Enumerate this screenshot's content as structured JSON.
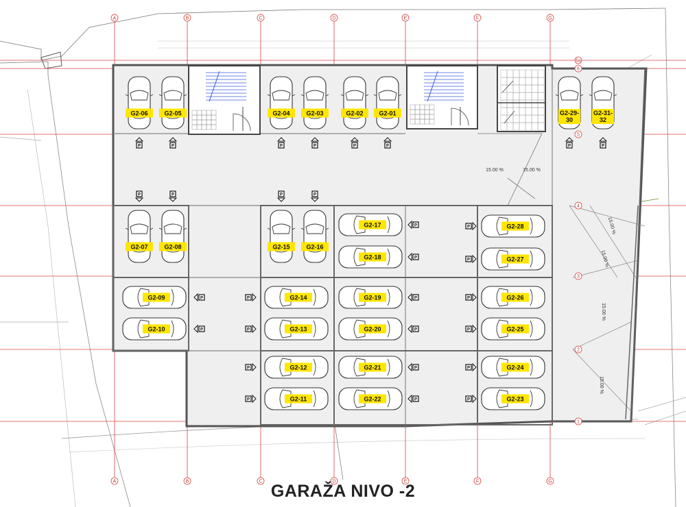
{
  "title": "GARAŽA NIVO -2",
  "grid": {
    "columns": [
      "A",
      "B",
      "C",
      "D",
      "E",
      "F",
      "G"
    ],
    "rows": [
      "1",
      "2",
      "3",
      "4",
      "5",
      "6",
      "6a"
    ]
  },
  "parking_spots": [
    "G2-06",
    "G2-05",
    "G2-04",
    "G2-03",
    "G2-02",
    "G2-01",
    "G2-29-30",
    "G2-31-32",
    "G2-07",
    "G2-08",
    "G2-15",
    "G2-16",
    "G2-17",
    "G2-18",
    "G2-28",
    "G2-27",
    "G2-09",
    "G2-10",
    "G2-14",
    "G2-13",
    "G2-19",
    "G2-20",
    "G2-26",
    "G2-25",
    "G2-12",
    "G2-11",
    "G2-21",
    "G2-22",
    "G2-24",
    "G2-23"
  ],
  "ramp_slopes": [
    "15.00 %",
    "15.00 %",
    "15.00 %",
    "15.00 %",
    "15.00 %",
    "15.00 %"
  ],
  "colors": {
    "label_fill": "#ffe600",
    "grid_line": "#d64545",
    "wall": "#555555",
    "floor": "#efefef",
    "stair": "#3b5bdb"
  },
  "icons": [
    "car-icon",
    "parking-sign-icon",
    "arrow-icon",
    "stairs-icon",
    "door-icon"
  ]
}
